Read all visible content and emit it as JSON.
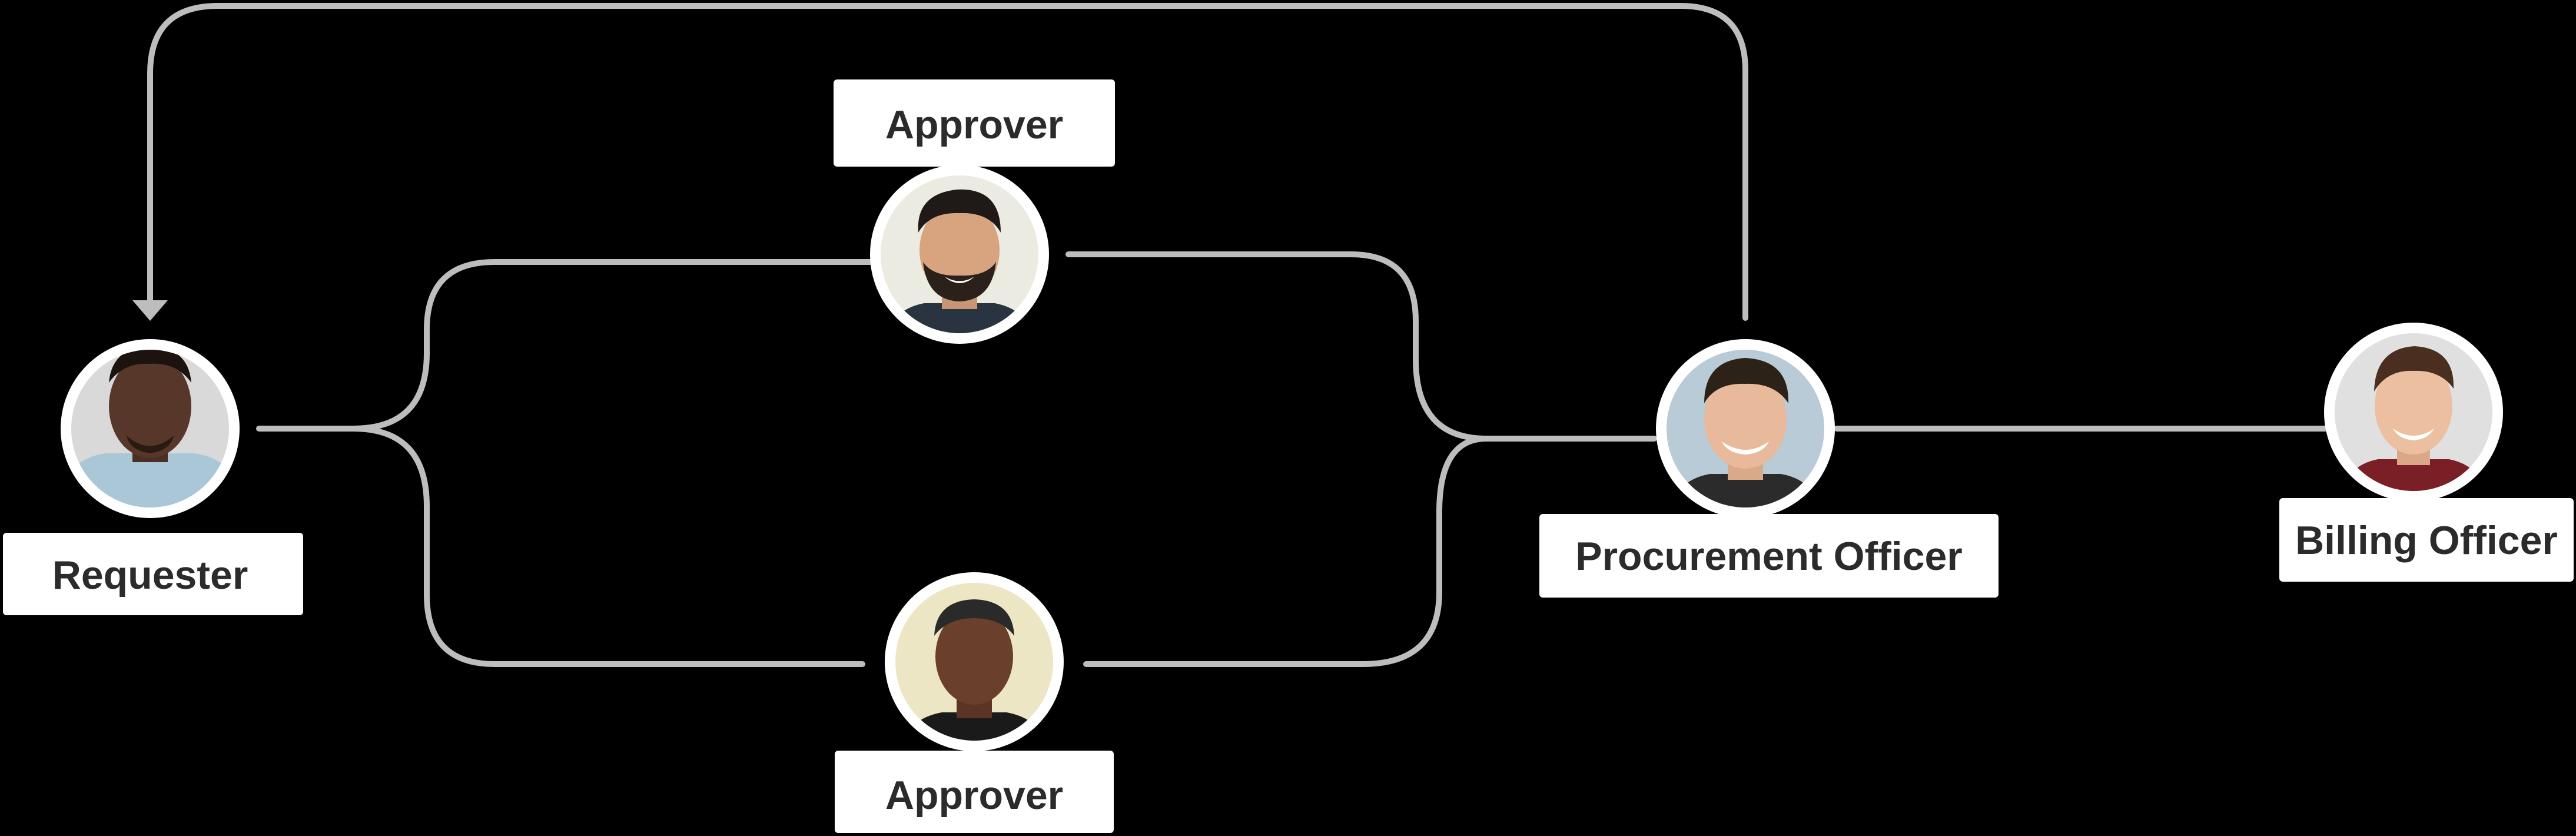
{
  "colors": {
    "background": "#000000",
    "connector": "#bdbdbd",
    "label_background": "#ffffff",
    "label_text": "#2b2b2b"
  },
  "nodes": {
    "requester": {
      "label": "Requester",
      "icon": "person-avatar-requester"
    },
    "approver_top": {
      "label": "Approver",
      "icon": "person-avatar-approver"
    },
    "approver_bottom": {
      "label": "Approver",
      "icon": "person-avatar-approver"
    },
    "procurement_officer": {
      "label": "Procurement Officer",
      "icon": "person-avatar-procurement-officer"
    },
    "billing_officer": {
      "label": "Billing Officer",
      "icon": "person-avatar-billing-officer"
    }
  },
  "edges": [
    {
      "from": "requester",
      "to": "approver_top"
    },
    {
      "from": "requester",
      "to": "approver_bottom"
    },
    {
      "from": "approver_top",
      "to": "procurement_officer"
    },
    {
      "from": "approver_bottom",
      "to": "procurement_officer"
    },
    {
      "from": "procurement_officer",
      "to": "billing_officer"
    },
    {
      "from": "procurement_officer",
      "to": "requester",
      "arrow": true
    }
  ]
}
